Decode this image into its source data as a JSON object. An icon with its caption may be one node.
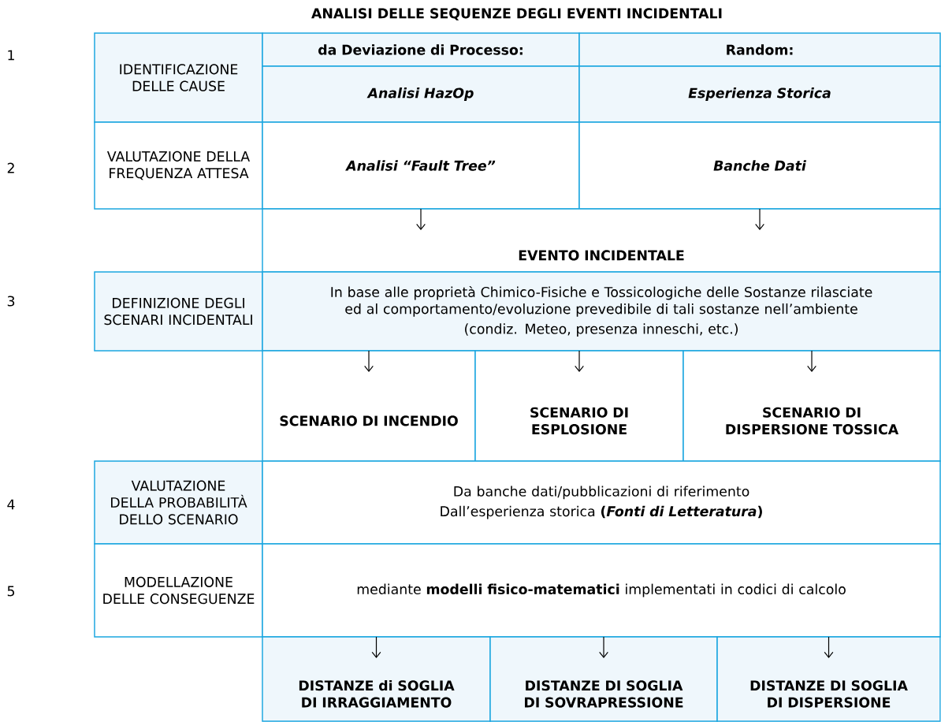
{
  "diagram": {
    "title": "ANALISI DELLE SEQUENZE DEGLI EVENTI INCIDENTALI",
    "nodes": [
      {
        "text": [
          "IDENTIFICAZIONE DELLE CAUSE"
        ]
      },
      {
        "text": [
          "da Deviazione di Processo:"
        ]
      },
      {
        "text": [
          "Random:"
        ]
      },
      {
        "text": [
          "Analisi HazOp"
        ]
      },
      {
        "text": [
          "Esperienza Storica"
        ]
      },
      {
        "text": [
          "VALUTAZIONE DELLA FREQUENZA ATTESA"
        ]
      },
      {
        "text": [
          "Analisi “Fault Tree”"
        ]
      },
      {
        "text": [
          "Banche Dati"
        ]
      },
      {
        "text": [
          "EVENTO INCIDENTALE"
        ]
      },
      {
        "text": [
          "DEFINIZIONE DEGLI SCENARI INCIDENTALI"
        ]
      },
      {
        "text": [
          "In base alle proprietà Chimico-Fisiche e Tossicologiche delle Sostanze rilasciate ed al comportamento/evoluzione prevedibile di tali sostanze nell’ambiente",
          "(condiz. Meteo, presenza inneschi, etc.)"
        ]
      },
      {
        "text": [
          "SCENARIO DI INCENDIO"
        ]
      },
      {
        "text": [
          "SCENARIO DI ESPLOSIONE"
        ]
      },
      {
        "text": [
          "SCENARIO DI DISPERSIONE TOSSICA"
        ]
      },
      {
        "text": [
          "VALUTAZIONE DELLA PROBABILITÀ DELLO SCENARIO"
        ]
      },
      {
        "text": [
          "Da banche dati/pubblicazioni di riferimento",
          "Dall’esperienza storica **(*Fonti di Letteratura*)**"
        ]
      },
      {
        "text": [
          "MODELLAZIONE DELLE CONSEGUENZE"
        ]
      },
      {
        "text": [
          "mediante **modelli fisico-matematici** implementati in codici di calcolo"
        ]
      },
      {
        "text": [
          "DISTANZE di SOGLIA DI IRRAGGIAMENTO"
        ]
      },
      {
        "text": [
          "DISTANZE DI SOGLIA DI SOVRAPRESSIONE"
        ]
      },
      {
        "text": [
          "DISTANZE DI SOGLIA DI DISPERSIONE"
        ]
      }
    ],
    "edges": [
      {
        "from": 6,
        "to": 8,
        "arrow": "to"
      },
      {
        "from": 7,
        "to": 8,
        "arrow": "to"
      },
      {
        "from": 10,
        "to": 11,
        "arrow": "to"
      },
      {
        "from": 10,
        "to": 12,
        "arrow": "to"
      },
      {
        "from": 10,
        "to": 13,
        "arrow": "to"
      },
      {
        "from": 17,
        "to": 18,
        "arrow": "to"
      },
      {
        "from": 17,
        "to": 19,
        "arrow": "to"
      },
      {
        "from": 17,
        "to": 20,
        "arrow": "to"
      }
    ],
    "labels": [
      "1",
      "2",
      "3",
      "4",
      "5"
    ]
  }
}
